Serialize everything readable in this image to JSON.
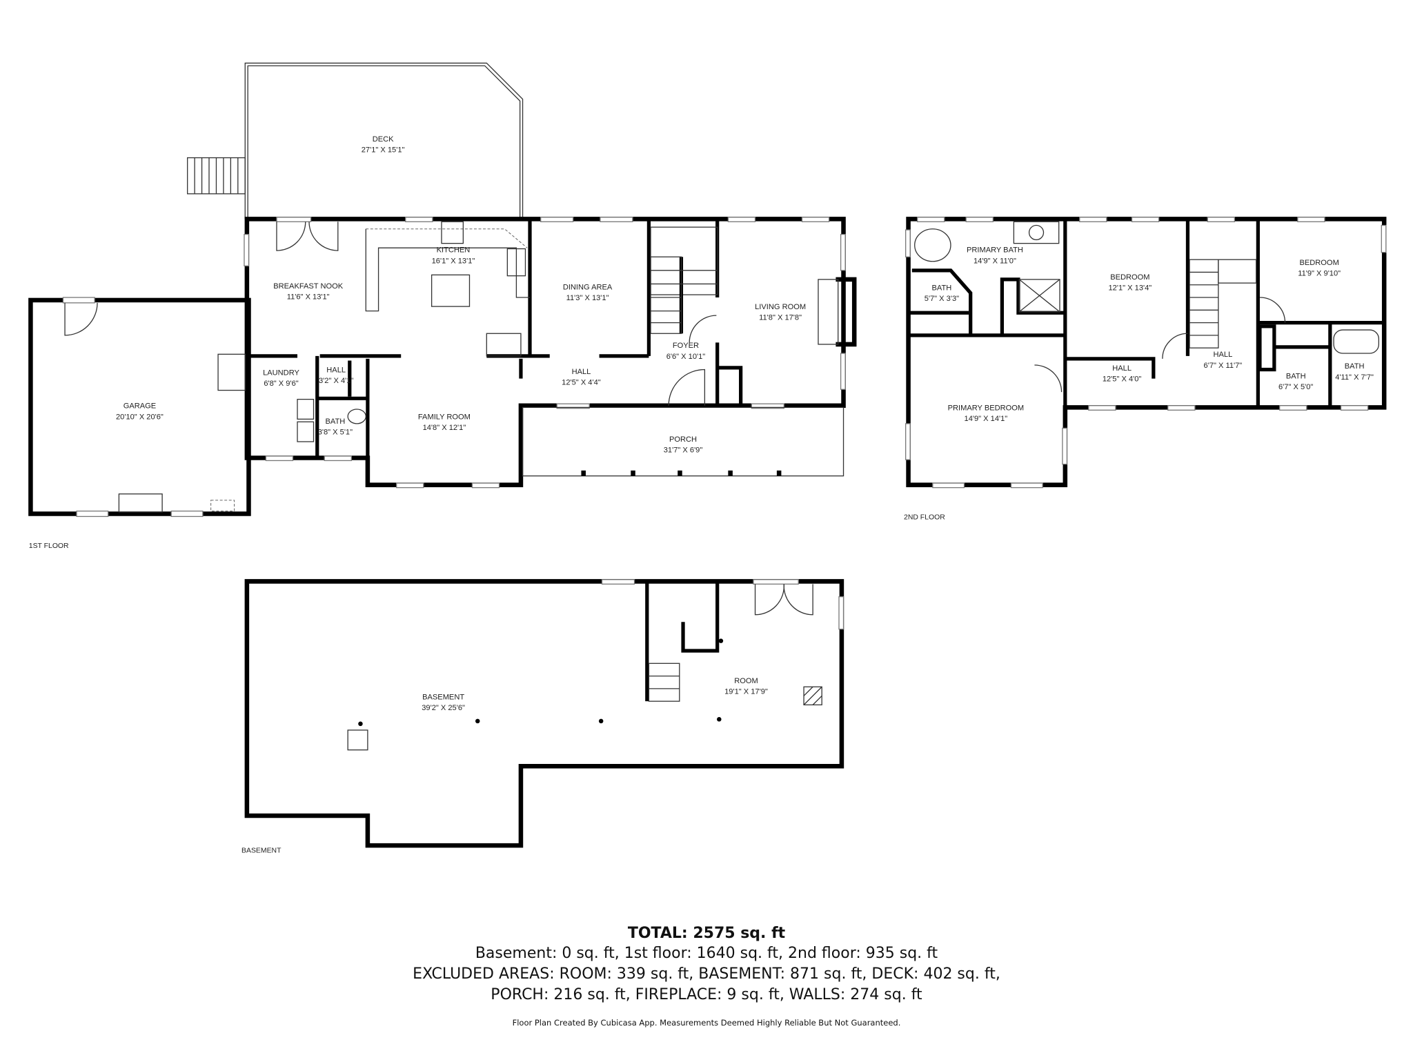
{
  "floors": {
    "first": {
      "label": "1ST FLOOR",
      "rooms": [
        {
          "name": "DECK",
          "dims": "27'1\" X 15'1\""
        },
        {
          "name": "BREAKFAST NOOK",
          "dims": "11'6\" X 13'1\""
        },
        {
          "name": "KITCHEN",
          "dims": "16'1\" X 13'1\""
        },
        {
          "name": "DINING AREA",
          "dims": "11'3\" X 13'1\""
        },
        {
          "name": "LIVING ROOM",
          "dims": "11'8\" X 17'8\""
        },
        {
          "name": "FOYER",
          "dims": "6'6\" X 10'1\""
        },
        {
          "name": "HALL",
          "dims": "12'5\" X 4'4\""
        },
        {
          "name": "GARAGE",
          "dims": "20'10\" X 20'6\""
        },
        {
          "name": "LAUNDRY",
          "dims": "6'8\" X 9'6\""
        },
        {
          "name": "HALL",
          "dims": "3'2\" X 4'1\""
        },
        {
          "name": "BATH",
          "dims": "3'8\" X 5'1\""
        },
        {
          "name": "FAMILY ROOM",
          "dims": "14'8\" X 12'1\""
        },
        {
          "name": "PORCH",
          "dims": "31'7\" X 6'9\""
        }
      ]
    },
    "second": {
      "label": "2ND FLOOR",
      "rooms": [
        {
          "name": "PRIMARY BATH",
          "dims": "14'9\" X 11'0\""
        },
        {
          "name": "BATH",
          "dims": "5'7\" X 3'3\""
        },
        {
          "name": "BEDROOM",
          "dims": "12'1\" X 13'4\""
        },
        {
          "name": "BEDROOM",
          "dims": "11'9\" X 9'10\""
        },
        {
          "name": "HALL",
          "dims": "6'7\" X 11'7\""
        },
        {
          "name": "HALL",
          "dims": "12'5\" X 4'0\""
        },
        {
          "name": "BATH",
          "dims": "6'7\" X 5'0\""
        },
        {
          "name": "BATH",
          "dims": "4'11\" X 7'7\""
        },
        {
          "name": "PRIMARY BEDROOM",
          "dims": "14'9\" X 14'1\""
        }
      ]
    },
    "basement": {
      "label": "BASEMENT",
      "rooms": [
        {
          "name": "BASEMENT",
          "dims": "39'2\" X 25'6\""
        },
        {
          "name": "ROOM",
          "dims": "19'1\" X 17'9\""
        }
      ]
    }
  },
  "summary": {
    "total": "TOTAL: 2575 sq. ft",
    "line1": "Basement: 0 sq. ft, 1st floor: 1640 sq. ft, 2nd floor: 935 sq. ft",
    "line2": "EXCLUDED AREAS: ROOM: 339 sq. ft, BASEMENT: 871 sq. ft, DECK: 402 sq. ft,",
    "line3": "PORCH: 216 sq. ft, FIREPLACE: 9 sq. ft, WALLS: 274 sq. ft",
    "disclaimer": "Floor Plan Created By Cubicasa App. Measurements Deemed Highly Reliable But Not Guaranteed."
  },
  "colors": {
    "walls": "#000000",
    "background": "#ffffff"
  }
}
